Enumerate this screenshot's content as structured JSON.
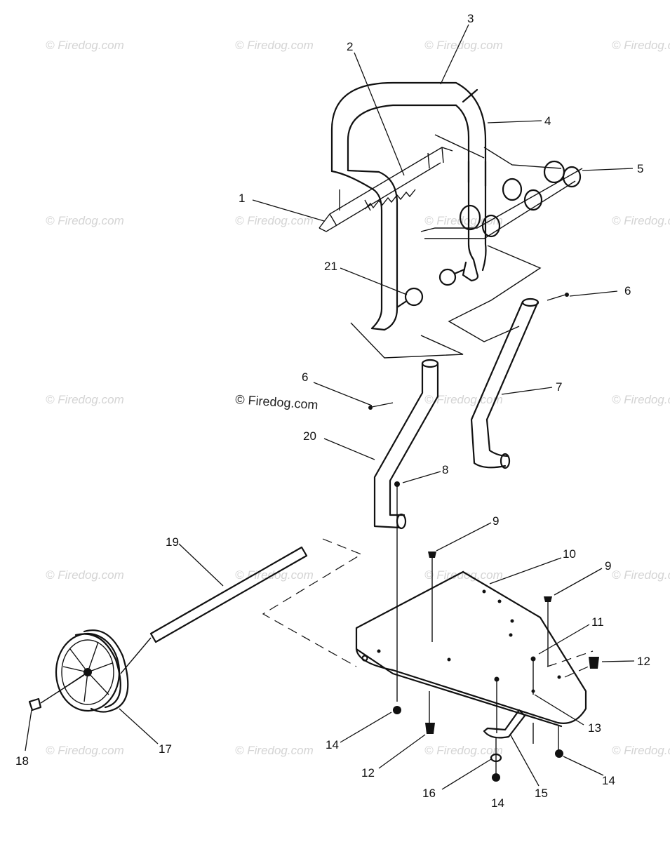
{
  "watermark_text": "© Firedog.com",
  "copyright_text": "© Firedog.com",
  "callouts": [
    "1",
    "2",
    "3",
    "4",
    "5",
    "6",
    "6",
    "7",
    "8",
    "9",
    "9",
    "10",
    "11",
    "12",
    "12",
    "13",
    "14",
    "14",
    "14",
    "15",
    "16",
    "17",
    "18",
    "19",
    "20",
    "21"
  ]
}
